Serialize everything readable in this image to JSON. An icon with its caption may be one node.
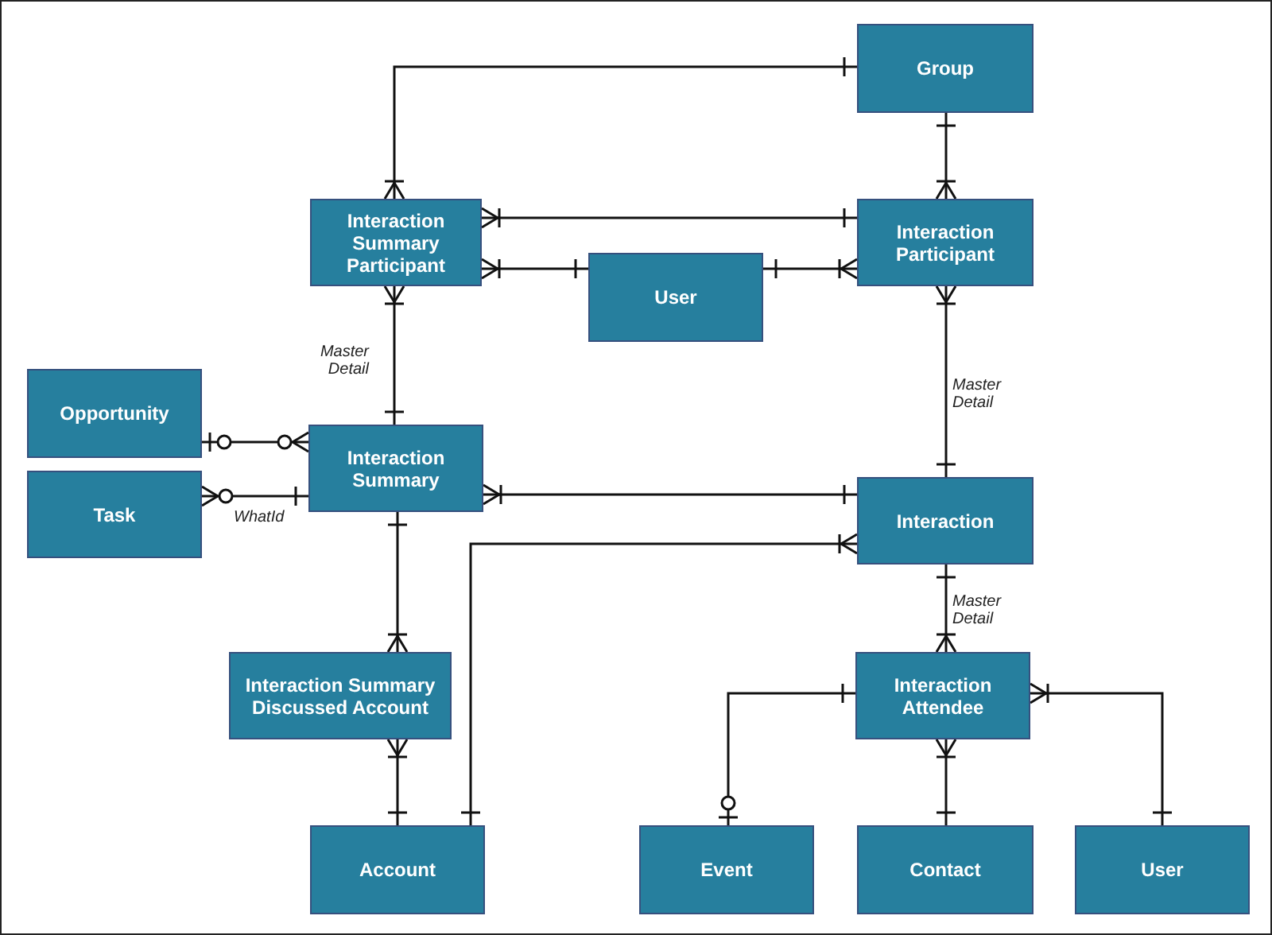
{
  "diagram": {
    "nodes": [
      {
        "text": [
          "Group"
        ]
      },
      {
        "text": [
          "Interaction Summary Participant"
        ]
      },
      {
        "text": [
          "User"
        ]
      },
      {
        "text": [
          "Interaction Participant"
        ]
      },
      {
        "text": [
          "Opportunity"
        ]
      },
      {
        "text": [
          "Interaction Summary"
        ]
      },
      {
        "text": [
          "Task"
        ]
      },
      {
        "text": [
          "Interaction"
        ]
      },
      {
        "text": [
          "Interaction Summary Discussed Account"
        ]
      },
      {
        "text": [
          "Interaction Attendee"
        ]
      },
      {
        "text": [
          "Account"
        ]
      },
      {
        "text": [
          "Event"
        ]
      },
      {
        "text": [
          "Contact"
        ]
      },
      {
        "text": [
          "User"
        ]
      }
    ],
    "edges": [
      {
        "from": 0,
        "to": 1,
        "arrow": "other"
      },
      {
        "from": 0,
        "to": 3,
        "arrow": "other"
      },
      {
        "from": 3,
        "to": 1,
        "arrow": "other"
      },
      {
        "from": 2,
        "to": 1,
        "arrow": "other"
      },
      {
        "from": 2,
        "to": 3,
        "arrow": "other"
      },
      {
        "from": 1,
        "to": 5,
        "arrow": "other",
        "label": "Master Detail"
      },
      {
        "from": 4,
        "to": 5,
        "arrow": "other"
      },
      {
        "from": 6,
        "to": 5,
        "arrow": "other",
        "label": "WhatId"
      },
      {
        "from": 5,
        "to": 7,
        "arrow": "other"
      },
      {
        "from": 3,
        "to": 7,
        "arrow": "other",
        "label": "Master Detail"
      },
      {
        "from": 10,
        "to": 7,
        "arrow": "other"
      },
      {
        "from": 5,
        "to": 8,
        "arrow": "other"
      },
      {
        "from": 10,
        "to": 8,
        "arrow": "other"
      },
      {
        "from": 7,
        "to": 9,
        "arrow": "other",
        "label": "Master Detail"
      },
      {
        "from": 11,
        "to": 9,
        "arrow": "other"
      },
      {
        "from": 12,
        "to": 9,
        "arrow": "other"
      },
      {
        "from": 13,
        "to": 9,
        "arrow": "other"
      }
    ]
  }
}
